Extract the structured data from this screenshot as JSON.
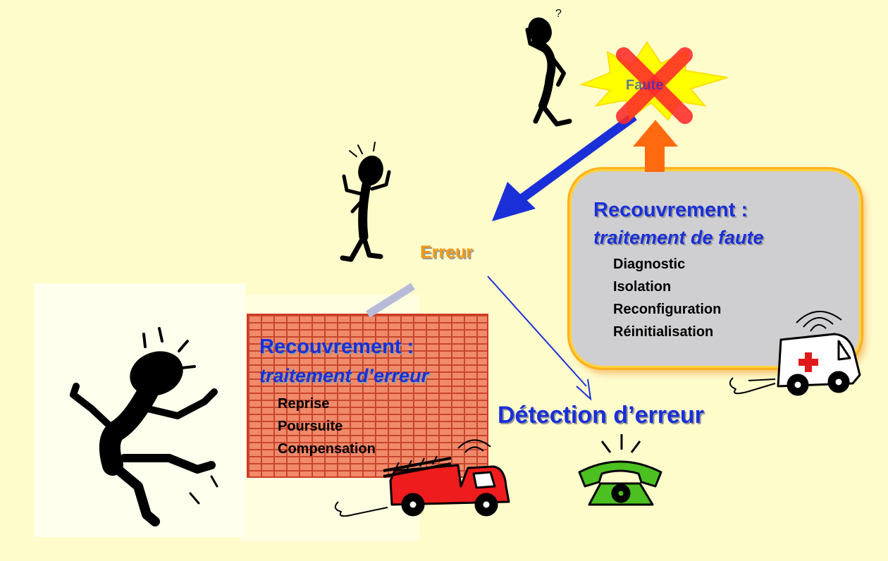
{
  "colors": {
    "background": "#fffccc",
    "title_blue": "#1a2fd8",
    "erreur_orange": "#f29a10",
    "brick": "#f08a6a",
    "grey_box": "#cfcfd2",
    "arrow_blue": "#1a2fd8",
    "arrow_orange": "#ff6a10",
    "cross_red": "#ff2a2a",
    "burst_yellow": "#ffff00"
  },
  "faute": {
    "label": "Faute"
  },
  "erreur": {
    "label": "Erreur"
  },
  "detection": {
    "label": "Détection d’erreur"
  },
  "recouvrement_faute": {
    "title": "Recouvrement :",
    "subtitle": "traitement de faute",
    "items": [
      "Diagnostic",
      "Isolation",
      "Reconfiguration",
      "Réinitialisation"
    ]
  },
  "recouvrement_erreur": {
    "title": "Recouvrement :",
    "subtitle": "traitement d’erreur",
    "items": [
      "Reprise",
      "Poursuite",
      "Compensation"
    ]
  },
  "figures": {
    "thinking_person": "thinking-person-icon",
    "question_mark": "?",
    "worried_person": "worried-person-icon",
    "panic_person": "panic-person-icon",
    "ambulance": "ambulance-icon",
    "fire_truck": "fire-truck-icon",
    "telephone": "ringing-telephone-icon"
  }
}
